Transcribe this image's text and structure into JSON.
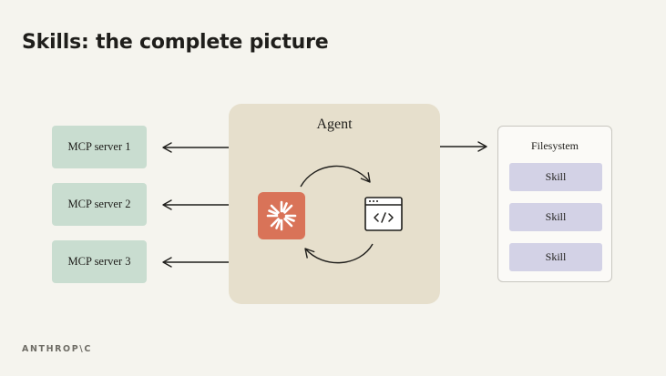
{
  "title": "Skills: the complete picture",
  "agent": {
    "label": "Agent"
  },
  "mcp_servers": [
    {
      "label": "MCP server 1"
    },
    {
      "label": "MCP server 2"
    },
    {
      "label": "MCP server 3"
    }
  ],
  "filesystem": {
    "label": "Filesystem",
    "skills": [
      {
        "label": "Skill"
      },
      {
        "label": "Skill"
      },
      {
        "label": "Skill"
      }
    ]
  },
  "brand": {
    "logo_text": "ANTHROP\\C"
  },
  "icons": {
    "agent_logo": "claude-sparkle-icon",
    "code": "code-window-icon"
  },
  "colors": {
    "background": "#f5f4ee",
    "mcp_fill": "#c9ddd0",
    "agent_fill": "#e6dfcc",
    "claude_orange": "#d97358",
    "skill_fill": "#d3d2e6",
    "filesystem_fill": "#fbfaf7"
  }
}
